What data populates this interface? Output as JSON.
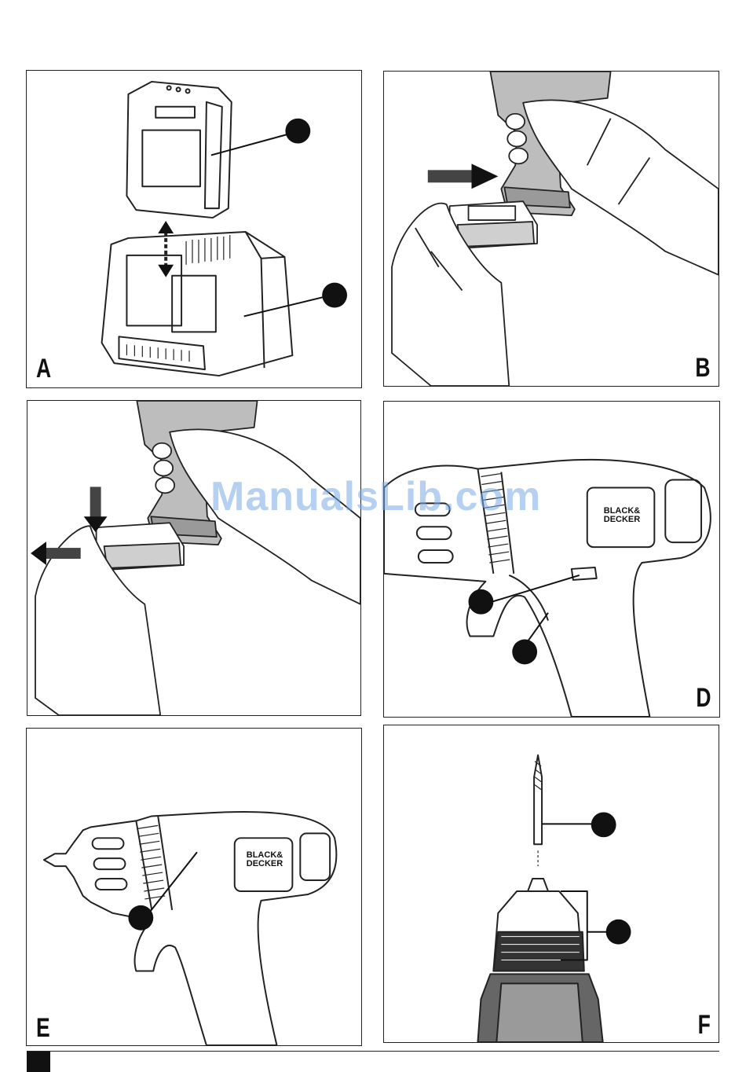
{
  "panels": {
    "a": {
      "letter": "A"
    },
    "b": {
      "letter": "B"
    },
    "c": {
      "letter": ""
    },
    "d": {
      "letter": "D",
      "brand_line1": "BLACK&",
      "brand_line2": "DECKER"
    },
    "e": {
      "letter": "E",
      "brand_line1": "BLACK&",
      "brand_line2": "DECKER"
    },
    "f": {
      "letter": "F"
    }
  },
  "watermark": "ManualsLib.com",
  "colors": {
    "line": "#222222",
    "callout": "#111111",
    "watermark": "#78aae6"
  }
}
